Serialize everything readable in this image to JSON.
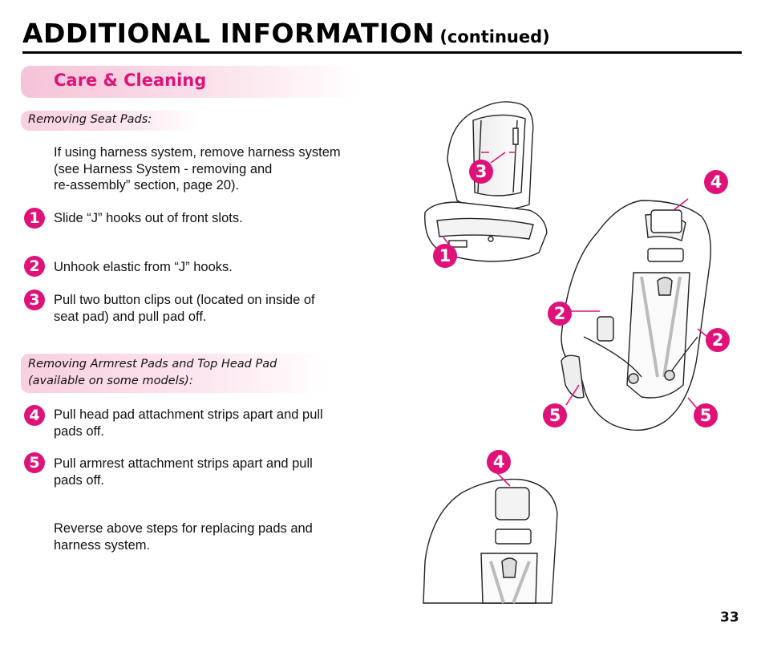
{
  "header": {
    "title": "ADDITIONAL INFORMATION",
    "title_suffix": "(continued)"
  },
  "section": {
    "title": "Care & Cleaning"
  },
  "seat_pads": {
    "heading": "Removing Seat Pads:",
    "intro_lines": [
      "If using harness system, remove harness system",
      "(see Harness System - removing and",
      "re-assembly” section, page 20)."
    ],
    "steps": [
      {
        "num": "1",
        "lines": [
          "Slide “J” hooks out of front slots."
        ]
      },
      {
        "num": "2",
        "lines": [
          "Unhook elastic from “J” hooks."
        ]
      },
      {
        "num": "3",
        "lines": [
          "Pull two button clips out (located on inside of",
          "seat pad) and pull pad off."
        ]
      }
    ]
  },
  "armrest_pads": {
    "heading_lines": [
      "Removing Armrest Pads and Top Head Pad",
      "(available on some models):"
    ],
    "steps": [
      {
        "num": "4",
        "lines": [
          "Pull head pad attachment strips apart and pull",
          "pads off."
        ]
      },
      {
        "num": "5",
        "lines": [
          "Pull armrest attachment strips apart and pull",
          "pads off."
        ]
      }
    ]
  },
  "closing": {
    "lines": [
      "Reverse above steps for replacing pads and",
      "harness system."
    ]
  },
  "callouts": {
    "top_seat": [
      "3",
      "1"
    ],
    "middle_seat": [
      "4",
      "2",
      "2",
      "5",
      "5"
    ],
    "bottom_seat": [
      "4"
    ]
  },
  "colors": {
    "accent": "#e0127a",
    "band": "#f6c3d8"
  },
  "page_number": "33"
}
